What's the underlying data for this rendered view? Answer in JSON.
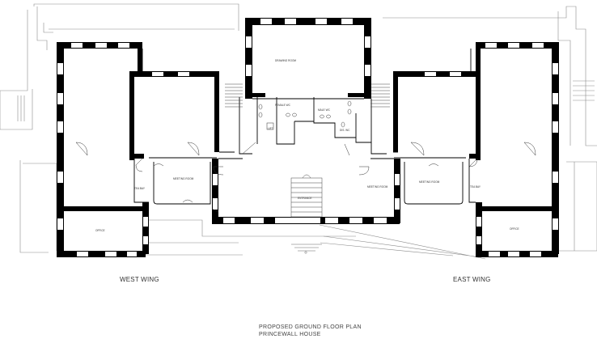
{
  "labels": {
    "west_wing": "WEST WING",
    "east_wing": "EAST WING",
    "title_line1": "PROPOSED GROUND FLOOR PLAN",
    "title_line2": "PRINCEWALL HOUSE"
  },
  "rooms": {
    "drawing_room": "DRAWING ROOM",
    "female_wc": "FEMALE WC",
    "male_wc": "MALE WC",
    "lift": "LIFT",
    "disabled_wc": "DIS. WC",
    "meeting_room_west": "MEETING ROOM",
    "meeting_room_east": "MEETING ROOM",
    "meeting_room_centre": "MEETING ROOM",
    "entrance": "ENTRANCE",
    "tea_bay_west": "TEA BAY",
    "tea_bay_east": "TEA BAY",
    "office_west": "OFFICE",
    "office_east": "OFFICE"
  },
  "colors": {
    "wall": "#000000",
    "line": "#555555",
    "light": "#999999"
  }
}
